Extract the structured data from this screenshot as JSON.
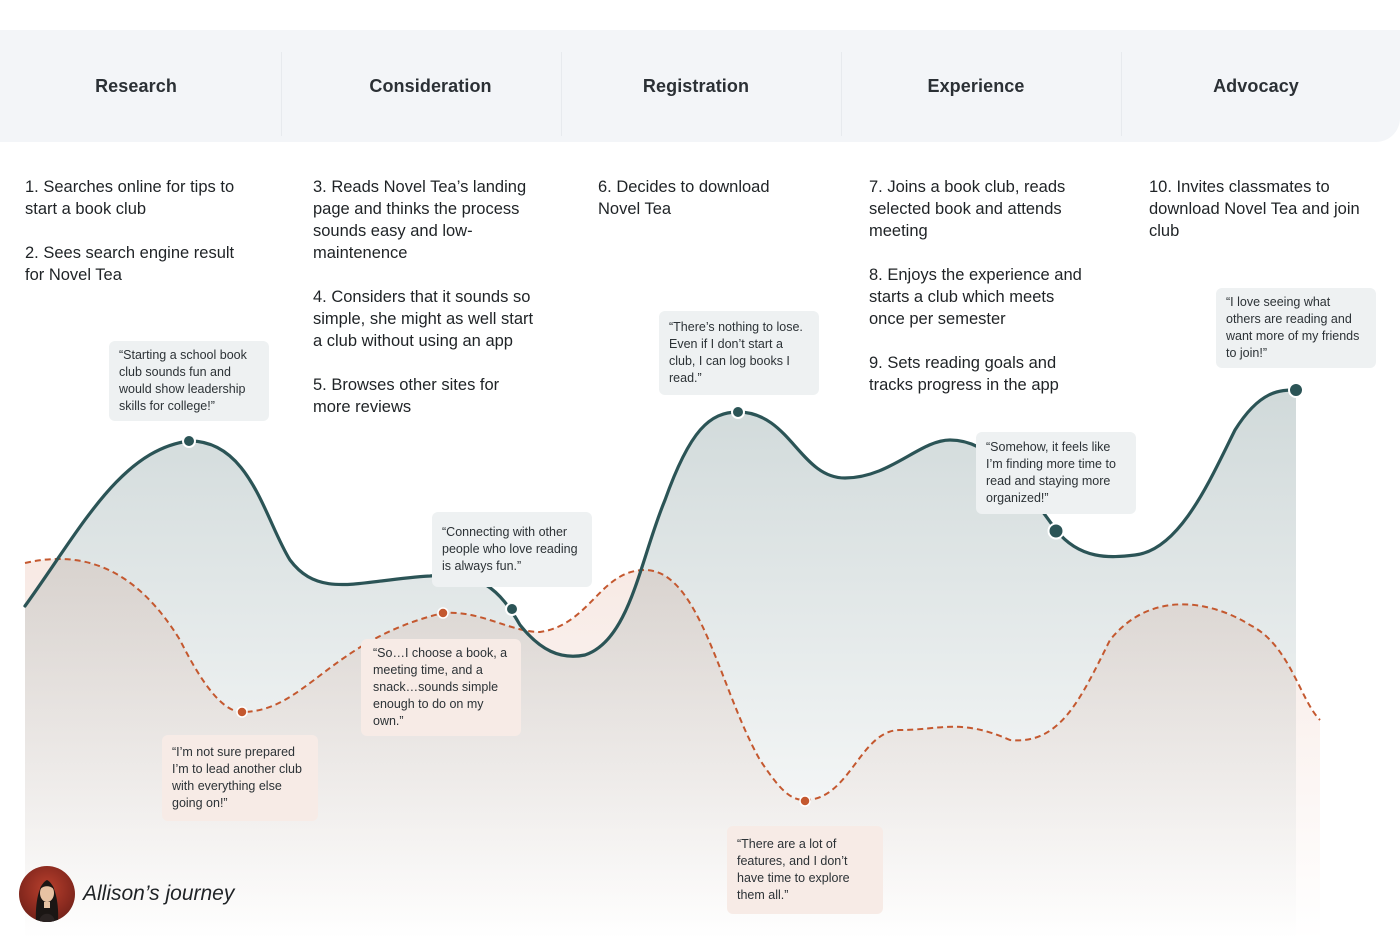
{
  "stages": [
    "Research",
    "Consideration",
    "Registration",
    "Experience",
    "Advocacy"
  ],
  "steps": {
    "research": [
      "1. Searches online for tips to start a book club",
      "2. Sees search engine result for Novel Tea"
    ],
    "consideration": [
      "3. Reads Novel Tea’s landing page and thinks the process sounds easy and low-maintenence",
      "4. Considers that it sounds so simple, she might as well start a club without using an app",
      "5. Browses other sites for more reviews"
    ],
    "registration": [
      "6.  Decides to download Novel Tea"
    ],
    "experience": [
      "7. Joins a book club, reads selected book and attends meeting",
      "8. Enjoys the experience and starts a club which meets once per semester",
      "9. Sets reading goals and tracks progress in the app"
    ],
    "advocacy": [
      "10. Invites classmates to download Novel Tea and join club"
    ]
  },
  "quotes": {
    "positive": [
      "“Starting a school book club sounds fun and would show leadership skills for college!”",
      "“Connecting with other people who love reading is always fun.”",
      "“There’s nothing to lose. Even if I don’t start a club, I can log books I read.”",
      "“Somehow, it feels like I’m finding more time to read and staying more organized!”",
      "“I love seeing what others are reading and want more of my friends to join!”"
    ],
    "negative": [
      "“I’m not sure prepared I’m to lead another club with everything else going on!”",
      "“So…I choose a book, a meeting time, and a snack…sounds simple enough to do on my own.”",
      "“There are a lot of features, and I don’t have time to explore them all.”"
    ]
  },
  "persona": {
    "name": "Allison’s journey"
  },
  "colors": {
    "positive": "#2b5456",
    "negative": "#c4582f",
    "header_bg": "#f3f5f8"
  }
}
